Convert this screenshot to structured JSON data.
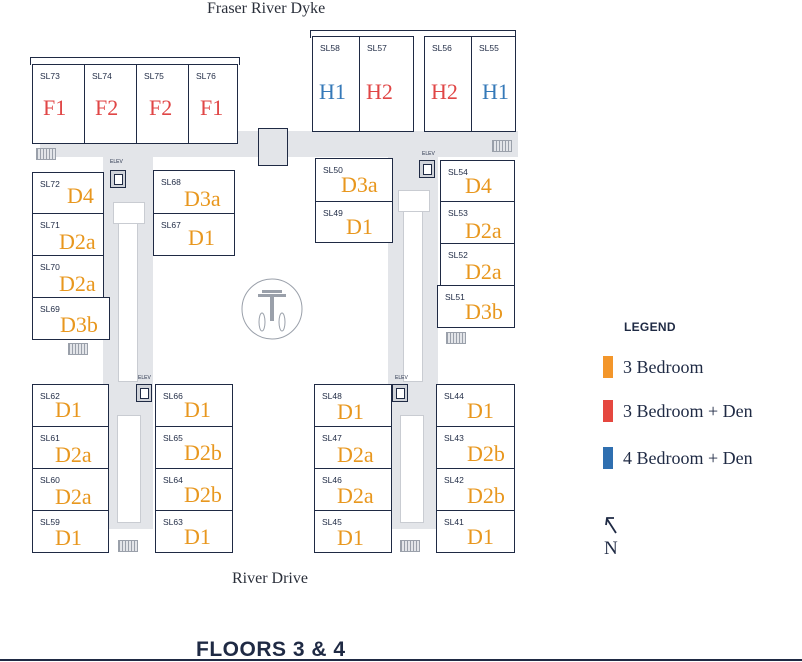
{
  "streets": {
    "north": "Fraser River Dyke",
    "south": "River Drive"
  },
  "units": [
    {
      "code": "SL73",
      "type": "F1",
      "cls": "red"
    },
    {
      "code": "SL74",
      "type": "F2",
      "cls": "red"
    },
    {
      "code": "SL75",
      "type": "F2",
      "cls": "red"
    },
    {
      "code": "SL76",
      "type": "F1",
      "cls": "red"
    },
    {
      "code": "SL58",
      "type": "H1",
      "cls": "blue"
    },
    {
      "code": "SL57",
      "type": "H2",
      "cls": "red"
    },
    {
      "code": "SL56",
      "type": "H2",
      "cls": "red"
    },
    {
      "code": "SL55",
      "type": "H1",
      "cls": "blue"
    },
    {
      "code": "SL72",
      "type": "D4",
      "cls": "orange"
    },
    {
      "code": "SL71",
      "type": "D2a",
      "cls": "orange"
    },
    {
      "code": "SL70",
      "type": "D2a",
      "cls": "orange"
    },
    {
      "code": "SL69",
      "type": "D3b",
      "cls": "orange"
    },
    {
      "code": "SL68",
      "type": "D3a",
      "cls": "orange"
    },
    {
      "code": "SL67",
      "type": "D1",
      "cls": "orange"
    },
    {
      "code": "SL50",
      "type": "D3a",
      "cls": "orange"
    },
    {
      "code": "SL49",
      "type": "D1",
      "cls": "orange"
    },
    {
      "code": "SL54",
      "type": "D4",
      "cls": "orange"
    },
    {
      "code": "SL53",
      "type": "D2a",
      "cls": "orange"
    },
    {
      "code": "SL52",
      "type": "D2a",
      "cls": "orange"
    },
    {
      "code": "SL51",
      "type": "D3b",
      "cls": "orange"
    },
    {
      "code": "SL62",
      "type": "D1",
      "cls": "orange"
    },
    {
      "code": "SL61",
      "type": "D2a",
      "cls": "orange"
    },
    {
      "code": "SL60",
      "type": "D2a",
      "cls": "orange"
    },
    {
      "code": "SL59",
      "type": "D1",
      "cls": "orange"
    },
    {
      "code": "SL66",
      "type": "D1",
      "cls": "orange"
    },
    {
      "code": "SL65",
      "type": "D2b",
      "cls": "orange"
    },
    {
      "code": "SL64",
      "type": "D2b",
      "cls": "orange"
    },
    {
      "code": "SL63",
      "type": "D1",
      "cls": "orange"
    },
    {
      "code": "SL48",
      "type": "D1",
      "cls": "orange"
    },
    {
      "code": "SL47",
      "type": "D2a",
      "cls": "orange"
    },
    {
      "code": "SL46",
      "type": "D2a",
      "cls": "orange"
    },
    {
      "code": "SL45",
      "type": "D1",
      "cls": "orange"
    },
    {
      "code": "SL44",
      "type": "D1",
      "cls": "orange"
    },
    {
      "code": "SL43",
      "type": "D2b",
      "cls": "orange"
    },
    {
      "code": "SL42",
      "type": "D2b",
      "cls": "orange"
    },
    {
      "code": "SL41",
      "type": "D1",
      "cls": "orange"
    }
  ],
  "elevator_label": "ELEV",
  "legend": {
    "title": "LEGEND",
    "items": [
      {
        "label": "3 Bedroom",
        "color": "#f3962a"
      },
      {
        "label": "3 Bedroom + Den",
        "color": "#e5473f"
      },
      {
        "label": "4 Bedroom + Den",
        "color": "#2f6fb0"
      }
    ]
  },
  "north_label": "N",
  "floors_title": "FLOORS 3 & 4",
  "colors": {
    "navy": "#1f2a44",
    "orange": "#e8971e",
    "red": "#e04646",
    "blue": "#3579b8",
    "corridor": "#e3e5e9"
  }
}
